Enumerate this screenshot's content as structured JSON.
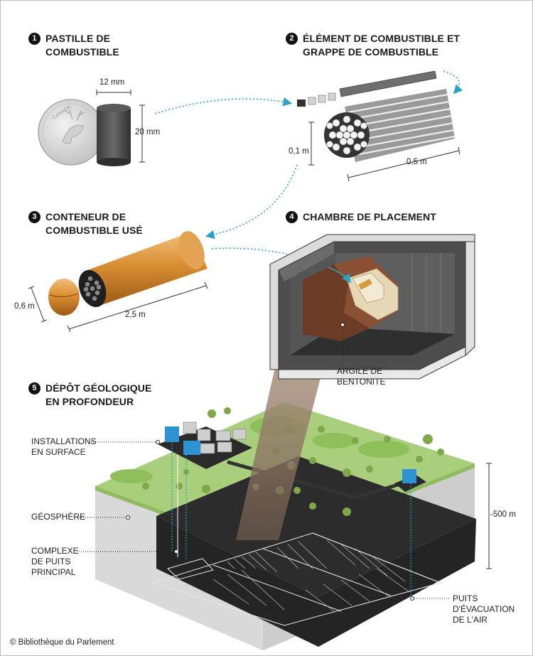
{
  "colors": {
    "accent": "#2ba3c9",
    "copper": "#d9923a",
    "grass": "#a9cf7c",
    "rock": "#2c2c2c",
    "bentonite": "#6b3b26"
  },
  "steps": [
    {
      "num": "1",
      "title": "PASTILLE DE\nCOMBUSTIBLE"
    },
    {
      "num": "2",
      "title": "ÉLÉMENT DE COMBUSTIBLE ET\nGRAPPE DE COMBUSTIBLE"
    },
    {
      "num": "3",
      "title": "CONTENEUR DE\nCOMBUSTIBLE USÉ"
    },
    {
      "num": "4",
      "title": "CHAMBRE DE PLACEMENT"
    },
    {
      "num": "5",
      "title": "DÉPÔT GÉOLOGIQUE\nEN PROFONDEUR"
    }
  ],
  "dimensions": {
    "pellet_width": "12 mm",
    "pellet_height": "20 mm",
    "bundle_diameter": "0,1 m",
    "bundle_length": "0,5 m",
    "container_diameter": "0,6 m",
    "container_length": "2,5 m",
    "depth": "-500 m"
  },
  "labels": {
    "bentonite": "ARGILE DE\nBENTONITE",
    "surface": "INSTALLATIONS\nEN SURFACE",
    "geosphere": "GÉOSPHÈRE",
    "shaft_complex": "COMPLEXE\nDE PUITS\nPRINCIPAL",
    "air_shaft": "PUITS\nD'ÉVACUATION\nDE L'AIR"
  },
  "coin_text": "CANADA",
  "copyright": "© Bibliothèque du Parlement",
  "icons": [
    "coin-icon",
    "fuel-pellet-icon",
    "fuel-bundle-icon",
    "container-icon",
    "placement-room-icon",
    "repository-icon"
  ]
}
